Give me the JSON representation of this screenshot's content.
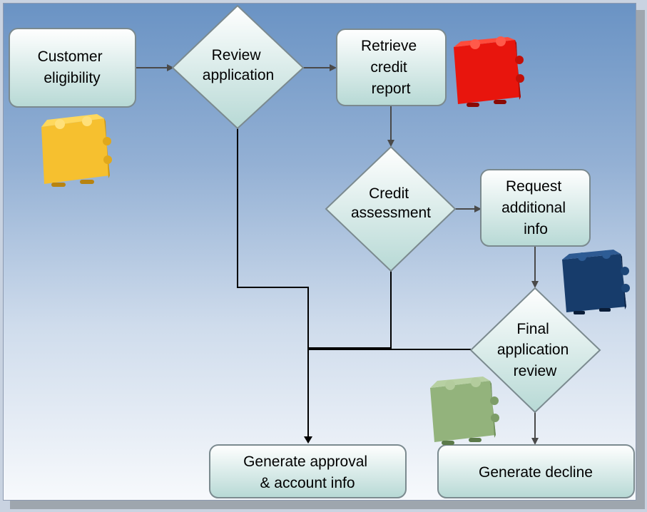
{
  "nodes": {
    "customer_eligibility": [
      "Customer",
      "eligibility"
    ],
    "review_application": [
      "Review",
      "application"
    ],
    "retrieve_credit_report": [
      "Retrieve",
      "credit",
      "report"
    ],
    "credit_assessment": [
      "Credit",
      "assessment"
    ],
    "request_additional_info": [
      "Request",
      "additional",
      "info"
    ],
    "final_application_review": [
      "Final",
      "application",
      "review"
    ],
    "generate_approval": [
      "Generate approval",
      "& account info"
    ],
    "generate_decline": [
      "Generate decline"
    ]
  },
  "colors": {
    "node_fill_top": "#ffffff",
    "node_fill_bottom": "#b7d9d5",
    "node_stroke": "#7b8a8f",
    "connector": "#4a4a4a",
    "cube_yellow": "#f6c02f",
    "cube_red": "#e8150d",
    "cube_navy": "#173c6b",
    "cube_green": "#93b37c"
  },
  "icons": [
    "yellow-block-icon",
    "red-block-icon",
    "navy-block-icon",
    "green-block-icon"
  ]
}
